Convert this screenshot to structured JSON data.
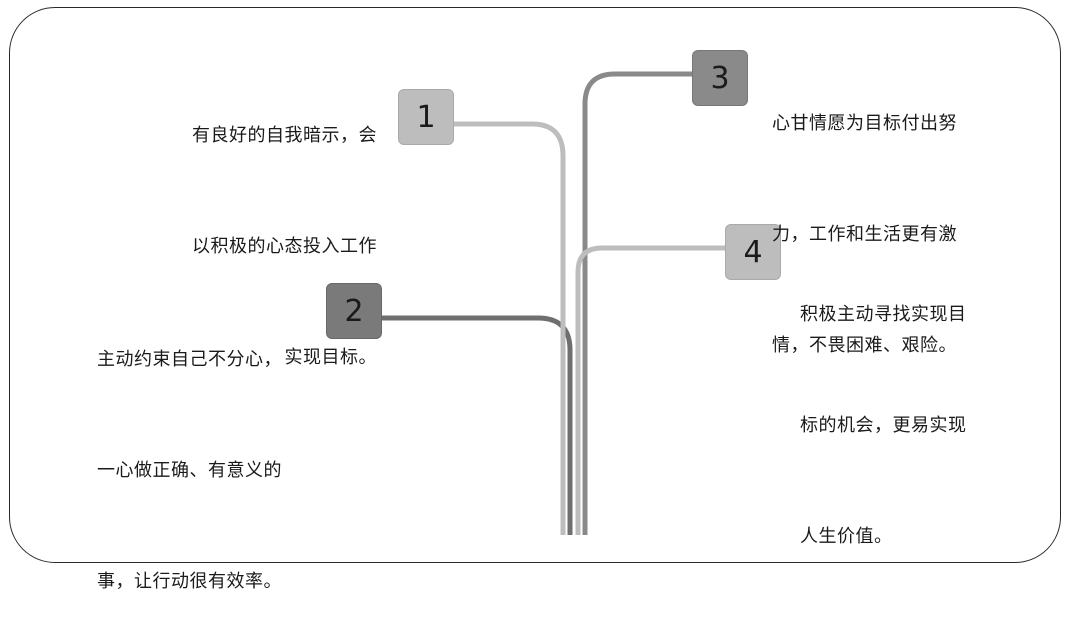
{
  "colors": {
    "branch_1": "#bdbdbd",
    "branch_2": "#6f6f6f",
    "branch_3": "#8a8a8a",
    "branch_4": "#bdbdbd",
    "border": "#2a2a2a"
  },
  "items": [
    {
      "number": "1",
      "lines": [
        "有良好的自我暗示，会",
        "以积极的心态投入工作",
        "实现目标。"
      ]
    },
    {
      "number": "2",
      "lines": [
        "主动约束自己不分心，",
        "一心做正确、有意义的",
        "事，让行动很有效率。"
      ]
    },
    {
      "number": "3",
      "lines": [
        "心甘情愿为目标付出努",
        "力，工作和生活更有激",
        "情，不畏困难、艰险。"
      ]
    },
    {
      "number": "4",
      "lines": [
        "积极主动寻找实现目",
        "标的机会，更易实现",
        "人生价值。"
      ]
    }
  ]
}
